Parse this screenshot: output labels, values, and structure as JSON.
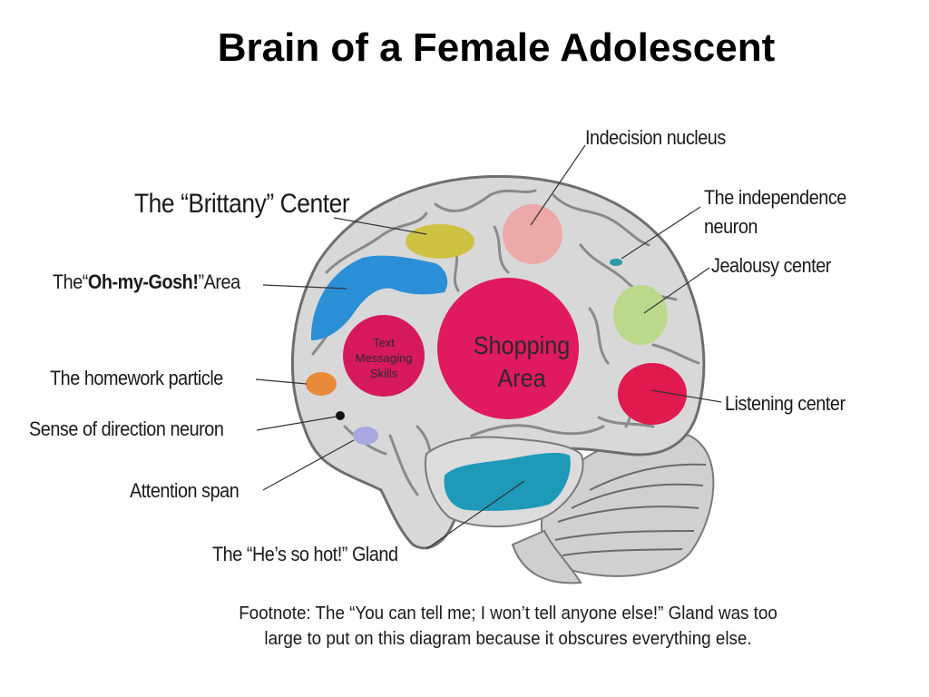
{
  "title": "Brain of a Female Adolescent",
  "labels": {
    "brittany": "The “Brittany” Center",
    "oh_my_gosh_pre": "The“",
    "oh_my_gosh_mid": "Oh-my-Gosh!",
    "oh_my_gosh_post": "”Area",
    "homework": "The homework particle",
    "direction": "Sense of direction neuron",
    "attention": "Attention span",
    "hot": "The “He’s so hot!” Gland",
    "indecision": "Indecision nucleus",
    "independence_1": "The independence",
    "independence_2": "neuron",
    "jealousy": "Jealousy center",
    "listening": "Listening center"
  },
  "inner_labels": {
    "text_messaging": [
      "Text",
      "Messaging",
      "Skills"
    ],
    "shopping": [
      "Shopping",
      "Area"
    ]
  },
  "footnote": {
    "line1": "Footnote: The “You can tell me; I won’t tell anyone else!” Gland was too",
    "line2": "large to put on this diagram because it obscures everything else."
  },
  "colors": {
    "brain": "#d8d8d8",
    "brittany_center": "#cfc243",
    "oh_my_gosh_area": "#2a8fd6",
    "text_messaging": "#d6195d",
    "shopping_area": "#e01a5e",
    "indecision_nucleus": "#eda8a8",
    "independence_neuron": "#2a9aa8",
    "jealousy_center": "#bcd88a",
    "listening_center": "#e01a4e",
    "homework_particle": "#e88a3a",
    "attention_span": "#a8a8e0",
    "hot_gland": "#1e9ab8"
  }
}
